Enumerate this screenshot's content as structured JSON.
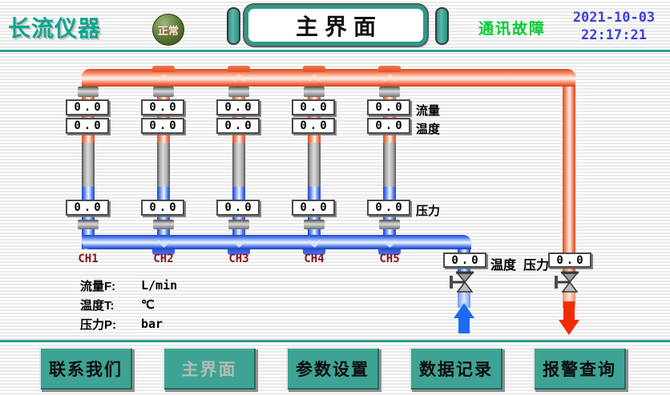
{
  "header": {
    "brand": "长流仪器",
    "status_badge": "正常",
    "page_title": "主界面",
    "alarm_status": "通讯故障",
    "date": "2021-10-03",
    "time": "22:17:21"
  },
  "field_labels": {
    "flow": "流量",
    "temperature": "温度",
    "pressure": "压力"
  },
  "channels": [
    {
      "name": "CH1",
      "flow": "0.0",
      "temperature": "0.0",
      "pressure": "0.0"
    },
    {
      "name": "CH2",
      "flow": "0.0",
      "temperature": "0.0",
      "pressure": "0.0"
    },
    {
      "name": "CH3",
      "flow": "0.0",
      "temperature": "0.0",
      "pressure": "0.0"
    },
    {
      "name": "CH4",
      "flow": "0.0",
      "temperature": "0.0",
      "pressure": "0.0"
    },
    {
      "name": "CH5",
      "flow": "0.0",
      "temperature": "0.0",
      "pressure": "0.0"
    }
  ],
  "outlet_panel": {
    "temperature_label": "温度",
    "temperature_value": "0.0",
    "pressure_label": "压力",
    "pressure_value": "0.0"
  },
  "legend": {
    "rows": [
      {
        "label": "流量F:",
        "unit": "L/min"
      },
      {
        "label": "温度T:",
        "unit": "℃"
      },
      {
        "label": "压力P:",
        "unit": "bar"
      }
    ]
  },
  "nav_buttons": [
    {
      "label": "联系我们",
      "enabled": true
    },
    {
      "label": "主界面",
      "enabled": false
    },
    {
      "label": "参数设置",
      "enabled": true
    },
    {
      "label": "数据记录",
      "enabled": true
    },
    {
      "label": "报警查询",
      "enabled": true
    }
  ],
  "icons": {
    "status_lamp": "green-sphere-lamp",
    "inlet_valve": "manual-valve",
    "outlet_valve": "manual-valve",
    "inlet_arrow": "arrow-up-blue",
    "outlet_arrow": "arrow-down-red"
  },
  "colors": {
    "accent_teal": "#2e9d8d",
    "hot_pipe_orange": "#f4764f",
    "cold_pipe_blue": "#4b79f0",
    "alarm_green": "#00cc33",
    "datetime_blue": "#3f3fd8",
    "channel_label_red": "#8b1515",
    "button_teal": "#3ea394"
  }
}
